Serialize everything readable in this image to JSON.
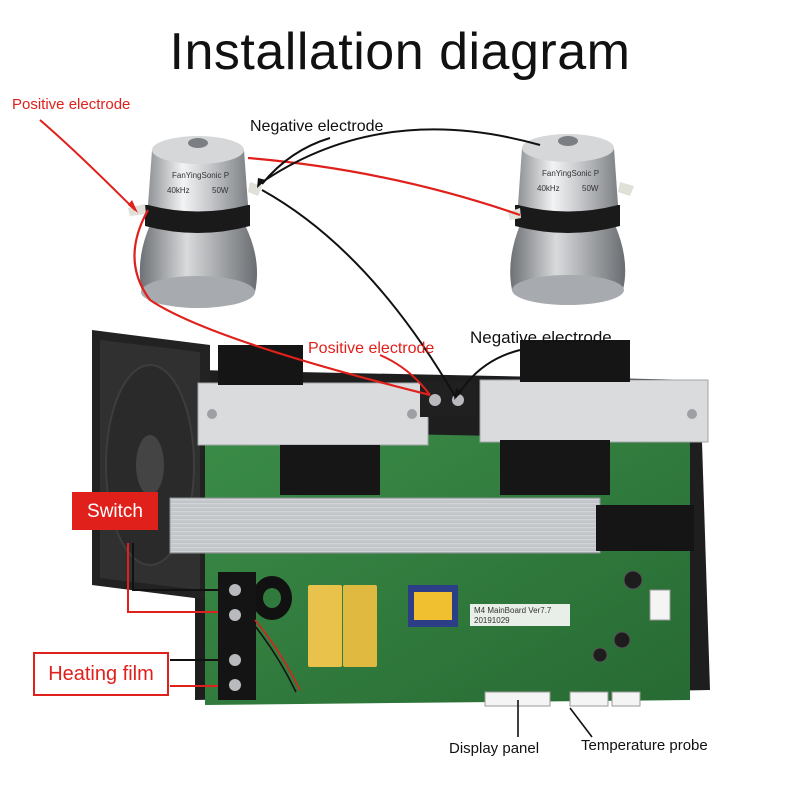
{
  "title": "Installation diagram",
  "labels": {
    "positive_electrode_top": "Positive electrode",
    "negative_electrode_top": "Negative electrode",
    "positive_electrode_mid": "Positive electrode",
    "negative_electrode_mid": "Negative electrode",
    "switch": "Switch",
    "heating_film": "Heating film",
    "display_panel": "Display panel",
    "temperature_probe": "Temperature probe"
  },
  "transducer": {
    "brand": "FanYingSonic P",
    "freq": "40kHz",
    "power": "50W"
  },
  "board": {
    "name": "M4 MainBoard Ver7.7",
    "date": "20191029"
  },
  "colors": {
    "label_red": "#e0201b",
    "wire_red": "#e0201b",
    "wire_black": "#111111",
    "pcb_green": "#2f7a3c"
  }
}
